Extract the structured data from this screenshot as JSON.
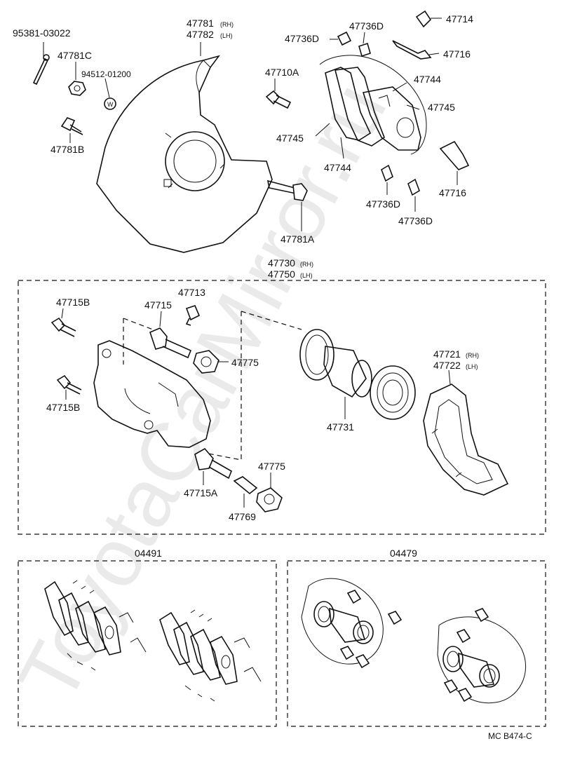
{
  "diagram": {
    "watermark": "ToyotaCarMirror.ru",
    "ref_code": "MC  B474-C",
    "groups": {
      "caliper_assy": {
        "line1": "47730",
        "rh": "(RH)",
        "line2": "47750",
        "lh": "(LH)"
      },
      "pad_kit": "04491",
      "seal_kit": "04479"
    },
    "labels": {
      "p95381": "95381-03022",
      "p47781c": "47781C",
      "p94512": "94512-01200",
      "p47781b": "47781B",
      "p47781": "47781",
      "p47781_rh": "(RH)",
      "p47782": "47782",
      "p47782_lh": "(LH)",
      "p47781a": "47781A",
      "p47736d_1": "47736D",
      "p47736d_2": "47736D",
      "p47714": "47714",
      "p47716_1": "47716",
      "p47710a": "47710A",
      "p47744_1": "47744",
      "p47745_1": "47745",
      "p47745_2": "47745",
      "p47744_2": "47744",
      "p47716_2": "47716",
      "p47736d_3": "47736D",
      "p47736d_4": "47736D",
      "p47715b_1": "47715B",
      "p47713": "47713",
      "p47715": "47715",
      "p47775_1": "47775",
      "p47715b_2": "47715B",
      "p47731": "47731",
      "p47721": "47721",
      "p47721_rh": "(RH)",
      "p47722": "47722",
      "p47722_lh": "(LH)",
      "p47715a": "47715A",
      "p47775_2": "47775",
      "p47769": "47769"
    },
    "washer_mark": "W"
  }
}
